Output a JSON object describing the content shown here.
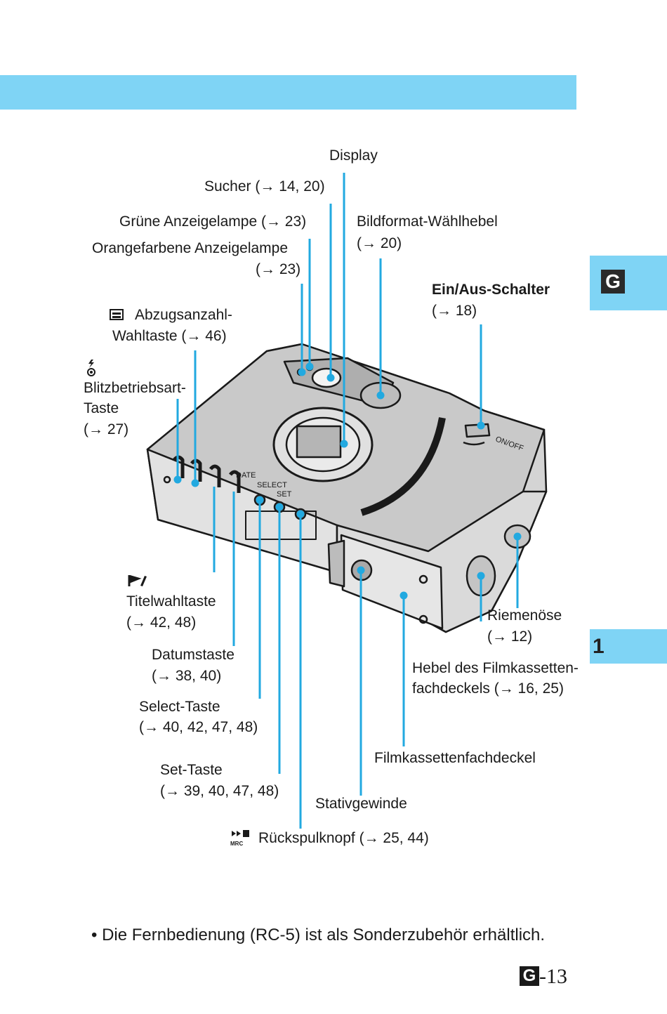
{
  "side_tabs": {
    "language": "G",
    "chapter": "1"
  },
  "labels": {
    "display": "Display",
    "sucher": "Sucher (→ 14, 20)",
    "gruene": "Grüne Anzeigelampe (→ 23)",
    "orange_1": "Orangefarbene Anzeigelampe",
    "orange_2": "(→ 23)",
    "bildformat_1": "Bildformat-Wählhebel",
    "bildformat_2": "(→ 20)",
    "einaus_1": "Ein/Aus-Schalter",
    "einaus_2": "(→ 18)",
    "abzug_1": "Abzugsanzahl-",
    "abzug_2": "Wahltaste (→ 46)",
    "blitz_1": "Blitzbetriebsart-",
    "blitz_2": "Taste",
    "blitz_3": "(→ 27)",
    "titel_1": "Titelwahltaste",
    "titel_2": "(→ 42, 48)",
    "datum_1": "Datumstaste",
    "datum_2": "(→ 38, 40)",
    "select_1": "Select-Taste",
    "select_2": "(→ 40, 42, 47, 48)",
    "set_1": "Set-Taste",
    "set_2": "(→ 39, 40, 47, 48)",
    "riemen_1": "Riemenöse",
    "riemen_2": "(→ 12)",
    "hebel_1": "Hebel des Filmkassetten-",
    "hebel_2": "fachdeckels (→ 16, 25)",
    "filmdeckel": "Filmkassettenfachdeckel",
    "stativ": "Stativgewinde",
    "rueckspul": "Rückspulknopf (→ 25, 44)"
  },
  "camera_markings": {
    "date": "DATE",
    "select": "SELECT",
    "set": "SET",
    "onoff": "ON/OFF",
    "mrc": "MRC"
  },
  "note": "• Die Fernbedienung (RC-5) ist als Sonderzubehör erhältlich.",
  "page_number": {
    "prefix": "G",
    "number": "-13"
  },
  "colors": {
    "accent": "#7fd4f5",
    "leader_lines": "#22a9e0"
  }
}
